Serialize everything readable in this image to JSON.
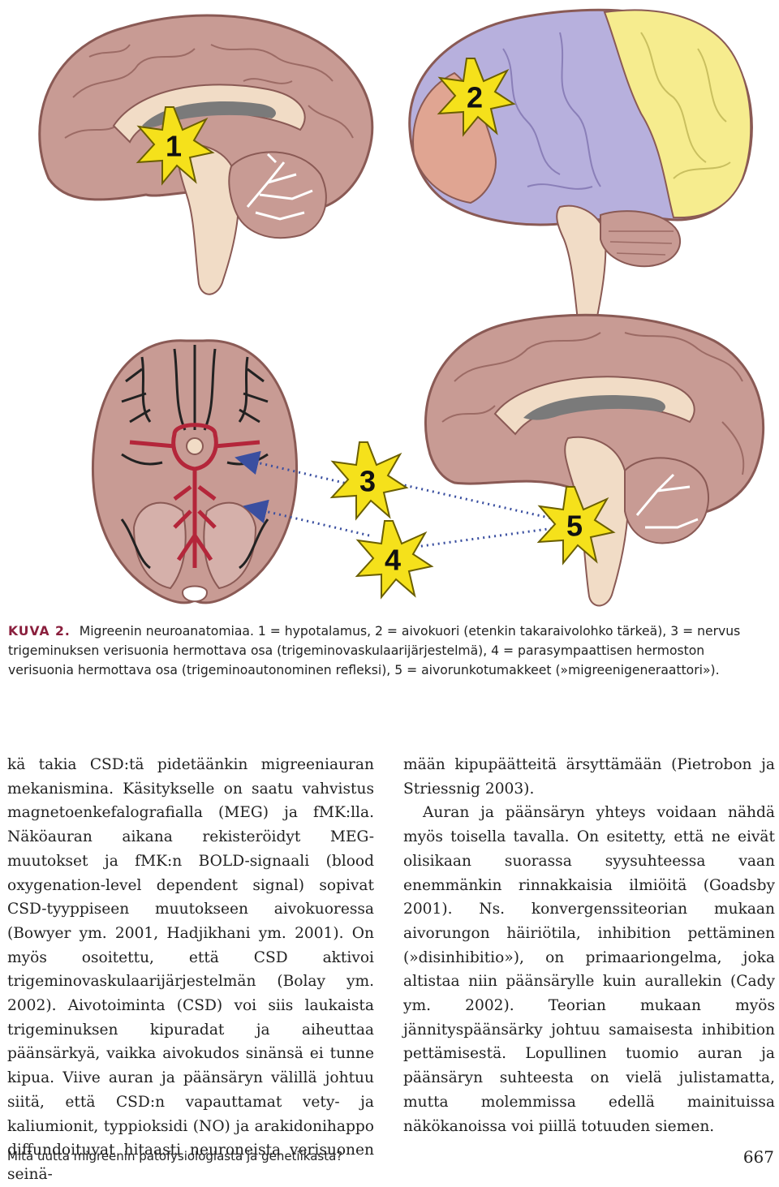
{
  "figure": {
    "star_labels": [
      "1",
      "2",
      "3",
      "4",
      "5"
    ],
    "colors": {
      "brain": "#c89b94",
      "brain_outline": "#8a5a55",
      "corpus_callosum": "#f1dcc6",
      "ventricle": "#7a7a7a",
      "brainstem": "#f1dcc6",
      "frontal_salmon": "#e0a592",
      "parietal_lavender": "#b7b0dd",
      "occipital_yellow": "#f6ec8e",
      "artery_red": "#b4263a",
      "vessel_dark": "#222222",
      "arrow_blue": "#3a4fa0",
      "star_yellow": "#f5e11b"
    }
  },
  "caption": {
    "label": "KUVA 2.",
    "text": "Migreenin neuroanatomiaa. 1 = hypotalamus, 2 = aivokuori (etenkin takaraivolohko tärkeä), 3 = nervus trigeminuksen verisuonia hermottava osa (trigeminovaskulaarijärjestelmä), 4 = parasympaattisen hermoston verisuonia hermottava osa (trigeminoautonominen refleksi), 5 = aivorunkotumakkeet (»migreenigeneraattori»)."
  },
  "body": {
    "left_column": "kä takia CSD:tä pidetäänkin migreeniauran mekanismina. Käsitykselle on saatu vahvistus magnetoenkefalografialla (MEG) ja fMK:lla. Näköauran aikana rekisteröidyt MEG-muutokset ja fMK:n BOLD-signaali (blood oxygenation-level dependent signal) sopivat CSD-tyyppiseen muutokseen aivokuoressa (Bowyer ym. 2001, Hadjikhani ym. 2001). On myös osoitettu, että CSD aktivoi trigeminovaskulaarijärjestelmän (Bolay ym. 2002). Aivotoiminta (CSD) voi siis laukaista trigeminuksen kipuradat ja aiheuttaa päänsärkyä, vaikka aivokudos sinänsä ei tunne kipua. Viive auran ja päänsäryn välillä johtuu siitä, että CSD:n vapauttamat vety- ja kaliumionit, typpioksidi (NO) ja arakidonihappo diffundoituvat hitaasti neuroneista verisuonen seinä-",
    "right_column_p1": "mään kipupäätteitä ärsyttämään (Pietrobon ja Striessnig 2003).",
    "right_column_p2": "Auran ja päänsäryn yhteys voidaan nähdä myös toisella tavalla. On esitetty, että ne eivät olisikaan suorassa syysuhteessa vaan enemmänkin rinnakkaisia ilmiöitä (Goadsby 2001). Ns. konvergenssiteorian mukaan aivorungon häiriötila, inhibition pettäminen (»disinhibitio»), on primaariongelma, joka altistaa niin päänsärylle kuin aurallekin (Cady ym. 2002). Teorian mukaan myös jännityspäänsärky johtuu samaisesta inhibition pettämisestä. Lopullinen tuomio auran ja päänsäryn suhteesta on vielä julistamatta, mutta molemmissa edellä mainituissa näkökanoissa voi piillä totuuden siemen."
  },
  "footer": {
    "title": "Mitä uutta migreenin patofysiologiasta ja genetiikasta?",
    "page_number": "667"
  }
}
